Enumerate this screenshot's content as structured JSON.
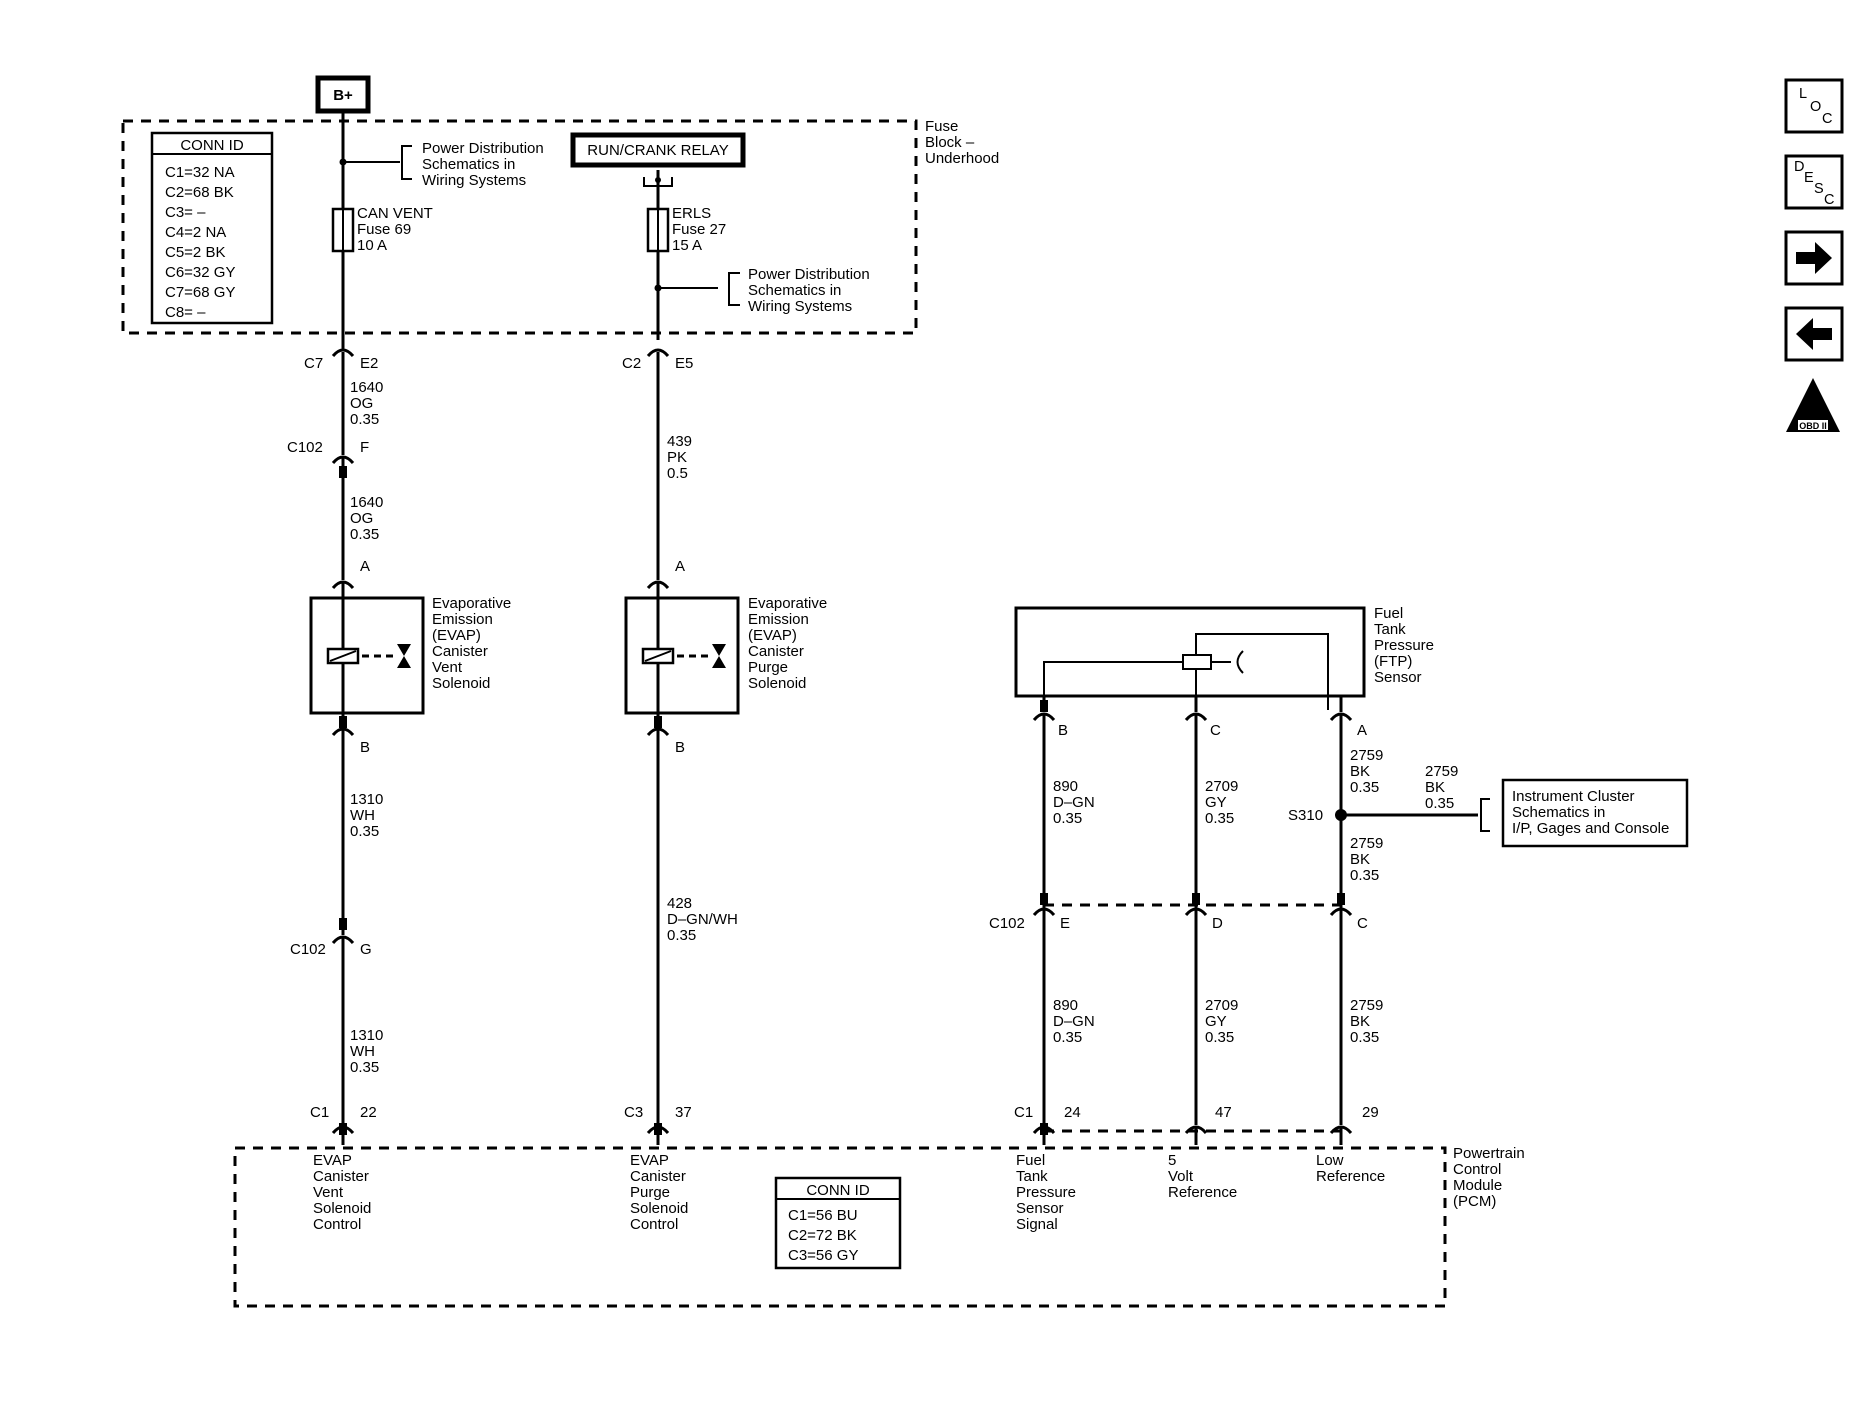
{
  "header": {
    "battery_label": "B+"
  },
  "fuse_block": {
    "title_lines": [
      "Fuse",
      "Block –",
      "Underhood"
    ],
    "conn_id_title": "CONN ID",
    "conn_ids": [
      "C1=32 NA",
      "C2=68 BK",
      "C3= –",
      "C4=2 NA",
      "C5=2 BK",
      "C6=32 GY",
      "C7=68 GY",
      "C8= –"
    ],
    "power_dist_ref_1": [
      "Power Distribution",
      "Schematics in",
      "Wiring Systems"
    ],
    "power_dist_ref_2": [
      "Power Distribution",
      "Schematics in",
      "Wiring Systems"
    ],
    "relay_label": "RUN/CRANK RELAY",
    "fuse_69": [
      "CAN VENT",
      "Fuse 69",
      "10 A"
    ],
    "fuse_27": [
      "ERLS",
      "Fuse 27",
      "15 A"
    ]
  },
  "circuit_vent": {
    "c7_conn": "C7",
    "c7_pin": "E2",
    "wire_1": [
      "1640",
      "OG",
      "0.35"
    ],
    "c102_conn": "C102",
    "c102_pin": "F",
    "wire_2": [
      "1640",
      "OG",
      "0.35"
    ],
    "pin_a": "A",
    "solenoid_lines": [
      "Evaporative",
      "Emission",
      "(EVAP)",
      "Canister",
      "Vent",
      "Solenoid"
    ],
    "pin_b": "B",
    "wire_3": [
      "1310",
      "WH",
      "0.35"
    ],
    "c102b_conn": "C102",
    "c102b_pin": "G",
    "wire_4": [
      "1310",
      "WH",
      "0.35"
    ],
    "pcm_conn": "C1",
    "pcm_pin": "22",
    "pcm_label": [
      "EVAP",
      "Canister",
      "Vent",
      "Solenoid",
      "Control"
    ]
  },
  "circuit_purge": {
    "c2_conn": "C2",
    "c2_pin": "E5",
    "wire_1": [
      "439",
      "PK",
      "0.5"
    ],
    "pin_a": "A",
    "solenoid_lines": [
      "Evaporative",
      "Emission",
      "(EVAP)",
      "Canister",
      "Purge",
      "Solenoid"
    ],
    "pin_b": "B",
    "wire_2": [
      "428",
      "D–GN/WH",
      "0.35"
    ],
    "pcm_conn": "C3",
    "pcm_pin": "37",
    "pcm_label": [
      "EVAP",
      "Canister",
      "Purge",
      "Solenoid",
      "Control"
    ]
  },
  "ftp_sensor": {
    "label_lines": [
      "Fuel",
      "Tank",
      "Pressure",
      "(FTP)",
      "Sensor"
    ],
    "pin_b": "B",
    "pin_c": "C",
    "pin_a": "A",
    "wire_b_1": [
      "890",
      "D–GN",
      "0.35"
    ],
    "wire_c_1": [
      "2709",
      "GY",
      "0.35"
    ],
    "wire_a_1": [
      "2759",
      "BK",
      "0.35"
    ],
    "splice": "S310",
    "wire_splice_out": [
      "2759",
      "BK",
      "0.35"
    ],
    "wire_a_2": [
      "2759",
      "BK",
      "0.35"
    ],
    "instrument_cluster_ref": [
      "Instrument Cluster",
      "Schematics in",
      "I/P, Gages and Console"
    ],
    "c102_conn": "C102",
    "c102_pin_e": "E",
    "c102_pin_d": "D",
    "c102_pin_c": "C",
    "wire_b_2": [
      "890",
      "D–GN",
      "0.35"
    ],
    "wire_c_2": [
      "2709",
      "GY",
      "0.35"
    ],
    "wire_a_3": [
      "2759",
      "BK",
      "0.35"
    ],
    "pcm_conn": "C1",
    "pcm_pin_24": "24",
    "pcm_pin_47": "47",
    "pcm_pin_29": "29",
    "pcm_label_signal": [
      "Fuel",
      "Tank",
      "Pressure",
      "Sensor",
      "Signal"
    ],
    "pcm_label_ref": [
      "5",
      "Volt",
      "Reference"
    ],
    "pcm_label_low": [
      "Low",
      "Reference"
    ]
  },
  "pcm": {
    "title_lines": [
      "Powertrain",
      "Control",
      "Module",
      "(PCM)"
    ],
    "conn_id_title": "CONN ID",
    "conn_ids": [
      "C1=56 BU",
      "C2=72 BK",
      "C3=56 GY"
    ]
  },
  "nav_buttons": {
    "loc": [
      "L",
      "O",
      "C"
    ],
    "desc": [
      "D",
      "E",
      "S",
      "C"
    ],
    "obd_numeral": "II",
    "obd_text": "OBD II"
  },
  "icons": {
    "forward": "arrow-right-icon",
    "back": "arrow-left-icon",
    "obd": "obd-ii-triangle-icon"
  }
}
